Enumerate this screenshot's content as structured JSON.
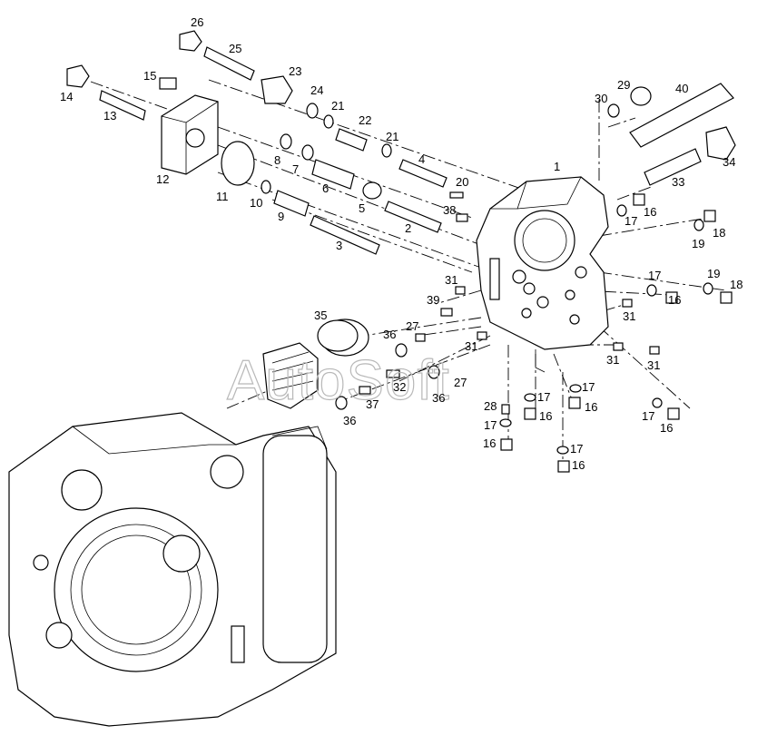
{
  "diagram": {
    "watermark": "AutoSoft",
    "callouts": [
      "1",
      "2",
      "3",
      "4",
      "5",
      "6",
      "7",
      "8",
      "9",
      "10",
      "11",
      "12",
      "13",
      "14",
      "15",
      "16",
      "17",
      "18",
      "19",
      "20",
      "21",
      "22",
      "23",
      "24",
      "25",
      "26",
      "27",
      "28",
      "29",
      "30",
      "31",
      "32",
      "33",
      "34",
      "35",
      "36",
      "37",
      "38",
      "39",
      "40"
    ]
  },
  "colors": {
    "line": "#000000",
    "background": "#ffffff",
    "watermark": "#b8b8b8"
  }
}
